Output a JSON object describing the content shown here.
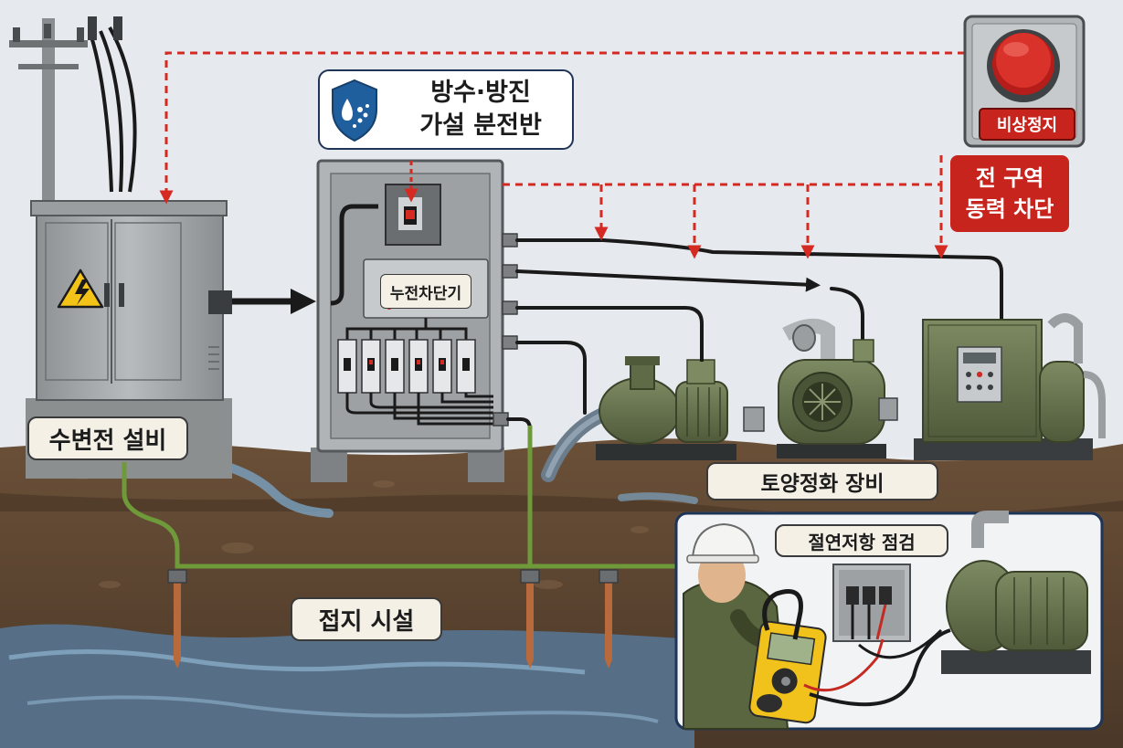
{
  "labels": {
    "substation": "수변전 설비",
    "panel_title_line1": "방수·방진",
    "panel_title_line2": "가설 분전반",
    "elb": "누전차단기",
    "emergency_stop": "비상정지",
    "cutoff_line1": "전 구역",
    "cutoff_line2": "동력 차단",
    "soil_equipment": "토양정화 장비",
    "grounding": "접지 시설",
    "insulation_check": "절연저항 점검"
  },
  "icons": [
    "shield-water-icon",
    "high-voltage-warning-icon",
    "emergency-stop-button-icon"
  ],
  "colors": {
    "signal_red": "#d42a22",
    "shield_blue": "#1f5f9e",
    "equipment_green": "#5f6b47",
    "ground_wire": "#6f9a3a",
    "soil": "#5a4430",
    "water": "#5a7e9c"
  }
}
